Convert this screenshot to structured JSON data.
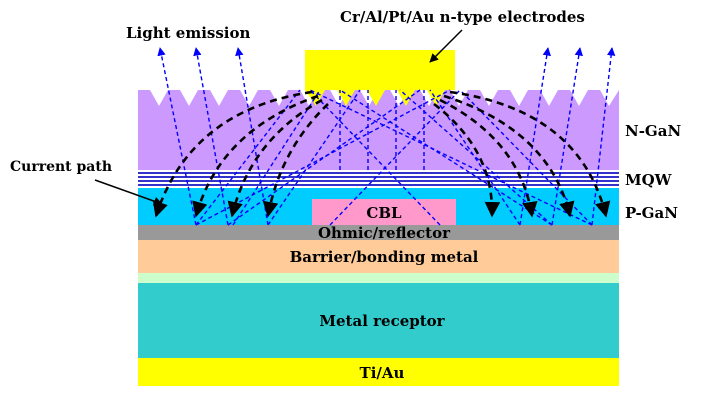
{
  "labels": {
    "light_emission": "Light emission",
    "electrodes": "Cr/Al/Pt/Au n-type electrodes",
    "current_path": "Current path",
    "n_gan": "N-GaN",
    "mqw": "MQW",
    "p_gan": "P-GaN",
    "cbl": "CBL",
    "ohmic": "Ohmic/reflector",
    "barrier": "Barrier/bonding metal",
    "receptor": "Metal receptor",
    "ti_au": "Ti/Au"
  },
  "colors": {
    "electrode": "#FFFF00",
    "n_gan": "#CC99FF",
    "mqw_blue": "#3333CC",
    "p_gan": "#00CCFF",
    "cbl": "#FF99CC",
    "ohmic": "#999999",
    "barrier": "#FFCC99",
    "thin_layer": "#CCFFCC",
    "receptor": "#33CCCC",
    "ti_au": "#FFFF00",
    "light_ray": "#0000FF",
    "current": "#000000"
  }
}
